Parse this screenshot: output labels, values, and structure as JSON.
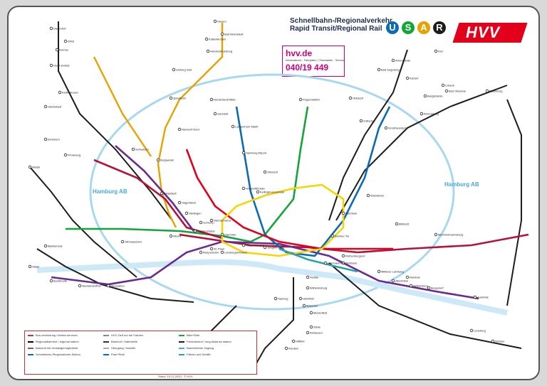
{
  "header": {
    "title_line1": "Schnellbahn-/Regionalverkehr",
    "title_line2": "Rapid Transit/Regional Rail",
    "url": "hvv.de",
    "info": "Informations · Fahrpläne | Timetables · Service",
    "phone": "040/19 449",
    "logo_text": "HVV",
    "mode_badges": [
      {
        "letter": "U",
        "color": "#0d6ab5"
      },
      {
        "letter": "S",
        "color": "#13a538"
      },
      {
        "letter": "A",
        "color": "#e8a200"
      },
      {
        "letter": "R",
        "color": "#1d1d1b"
      }
    ]
  },
  "zone_labels": {
    "left": "Hamburg AB",
    "right": "Hamburg AB"
  },
  "footer": {
    "stand": "Stand: 15.12.2020 · © HVV"
  },
  "legend": {
    "items": [
      "Bus-verbindung / limited services",
      "Regionalbahnhof / regional station",
      "Bahnhof mit Umsteigemöglichkeit",
      "Schnellbahn-/Regionalbahn-Station",
      "HVV-Tarif nur bei Fahrten",
      "Bahnhof / Haltestelle",
      "Übergang / transfer",
      "Park+Ride",
      "Bike+Ride",
      "Fernbahnhof / long-distance station",
      "Barrierefreier Zugang",
      "Fähren und Schiffe"
    ]
  },
  "lines": [
    {
      "id": "U1",
      "color": "#0d6ab5"
    },
    {
      "id": "U2",
      "color": "#e2001a"
    },
    {
      "id": "U3",
      "color": "#f5d50a"
    },
    {
      "id": "U4",
      "color": "#2ba3a6"
    },
    {
      "id": "S1",
      "color": "#13a538"
    },
    {
      "id": "S2",
      "color": "#b5123a"
    },
    {
      "id": "S3",
      "color": "#6b2a8f"
    },
    {
      "id": "S21",
      "color": "#b5123a"
    },
    {
      "id": "S31",
      "color": "#6b2a8f"
    },
    {
      "id": "A1",
      "color": "#e8a200"
    },
    {
      "id": "A2",
      "color": "#e8a200"
    },
    {
      "id": "A3",
      "color": "#e8a200"
    },
    {
      "id": "R",
      "color": "#1d1d1b"
    },
    {
      "id": "RE",
      "color": "#555555"
    }
  ],
  "stations": [
    "Husum",
    "Bad Bramstedt",
    "Henstedt-Ulzburg",
    "Ulzburg Süd",
    "Quickborn",
    "Norderstedt Mitte",
    "Poppenbüttel",
    "Ohlstedt",
    "Kiel",
    "Lübeck",
    "Bad Oldesloe",
    "Ahrensburg",
    "Bargteheide",
    "Elmshorn",
    "Pinneberg",
    "Wedel",
    "Blankenese",
    "Altona",
    "Dammtor",
    "Hauptbahnhof",
    "Jungfernstieg",
    "Barmbek",
    "Wandsbek",
    "Harburg",
    "Bergedorf",
    "Aumühle",
    "Buxtehude",
    "Stade",
    "Lüneburg",
    "Tostedt",
    "Winsen",
    "Reinbek",
    "Ratzeburg",
    "Eidelstedt",
    "Schnelsen",
    "Kaltenkirchen",
    "Langenhorn Markt",
    "Ohlsdorf",
    "Volksdorf",
    "Großhansdorf",
    "Billstedt",
    "Mümmelmannsberg",
    "Neugraben",
    "Neuwiedenthal",
    "Buchholz",
    "Horst (Holst)",
    "Glückstadt",
    "Itzehoe",
    "Kellinghusen",
    "Wrist",
    "Dauenhof",
    "Bad Segeberg",
    "Kisdorf",
    "Ahrensfelde",
    "Hamburg Airport",
    "Burgwedel",
    "Garstedt",
    "Niendorf Nord",
    "Schlump",
    "Hoheluftbrücke",
    "Kellinghusenstraße",
    "Berliner Tor",
    "Rothenburgsort",
    "Tiefstack",
    "Mittlerer Landweg",
    "Allermöhe",
    "Nettelnburg",
    "Hammerbrook",
    "Veddel",
    "Wilhelmsburg",
    "Heimfeld",
    "Hittfeld",
    "Klecken",
    "Maschen",
    "Meckelfeld",
    "Stelle",
    "Ashausen",
    "Hagenbeck",
    "Stellingen",
    "Othmarschen",
    "Landungsbrücken",
    "St. Pauli",
    "Reeperbahn",
    "Sternschanze",
    "Holstenstraße"
  ]
}
